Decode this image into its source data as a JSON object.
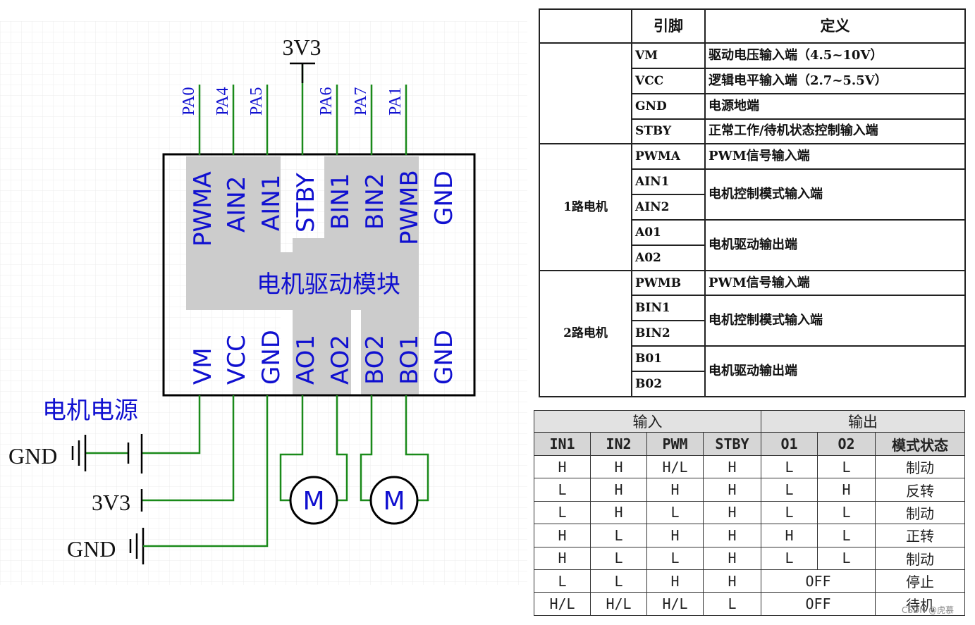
{
  "diagram": {
    "top_supply_label": "3V3",
    "mcu_pins": [
      "PA0",
      "PA4",
      "PA5",
      "PA6",
      "PA7",
      "PA1"
    ],
    "module_top_pins": [
      "PWMA",
      "AIN2",
      "AIN1",
      "STBY",
      "BIN1",
      "BIN2",
      "PWMB",
      "GND"
    ],
    "module_title": "电机驱动模块",
    "module_bottom_pins": [
      "VM",
      "VCC",
      "GND",
      "AO1",
      "AO2",
      "BO2",
      "BO1",
      "GND"
    ],
    "motor_power_label": "电机电源",
    "left_gnd_1": "GND",
    "left_3v3": "3V3",
    "left_gnd_2": "GND",
    "motor_a_label": "M",
    "motor_b_label": "M",
    "colors": {
      "wire": "#1a8a1a",
      "pin_text": "#1010d0",
      "shade": "#cccccc",
      "outline": "#000000"
    }
  },
  "pin_table": {
    "headers": [
      "",
      "引脚",
      "定义"
    ],
    "groups": [
      {
        "name": "",
        "rows": [
          {
            "pins": [
              "VM"
            ],
            "def": "驱动电压输入端（4.5~10V）"
          },
          {
            "pins": [
              "VCC"
            ],
            "def": "逻辑电平输入端（2.7~5.5V）"
          },
          {
            "pins": [
              "GND"
            ],
            "def": "电源地端"
          },
          {
            "pins": [
              "STBY"
            ],
            "def": "正常工作/待机状态控制输入端"
          }
        ]
      },
      {
        "name": "1路电机",
        "rows": [
          {
            "pins": [
              "PWMA"
            ],
            "def": "PWM信号输入端"
          },
          {
            "pins": [
              "AIN1",
              "AIN2"
            ],
            "def": "电机控制模式输入端"
          },
          {
            "pins": [
              "A01",
              "A02"
            ],
            "def": "电机驱动输出端"
          }
        ]
      },
      {
        "name": "2路电机",
        "rows": [
          {
            "pins": [
              "PWMB"
            ],
            "def": "PWM信号输入端"
          },
          {
            "pins": [
              "BIN1",
              "BIN2"
            ],
            "def": "电机控制模式输入端"
          },
          {
            "pins": [
              "B01",
              "B02"
            ],
            "def": "电机驱动输出端"
          }
        ]
      }
    ]
  },
  "truth_table": {
    "input_label": "输入",
    "output_label": "输出",
    "headers": [
      "IN1",
      "IN2",
      "PWM",
      "STBY",
      "O1",
      "O2",
      "模式状态"
    ],
    "rows": [
      [
        "H",
        "H",
        "H/L",
        "H",
        "L",
        "L",
        "制动"
      ],
      [
        "L",
        "H",
        "H",
        "H",
        "L",
        "H",
        "反转"
      ],
      [
        "L",
        "H",
        "L",
        "H",
        "L",
        "L",
        "制动"
      ],
      [
        "H",
        "L",
        "H",
        "H",
        "H",
        "L",
        "正转"
      ],
      [
        "H",
        "L",
        "L",
        "H",
        "L",
        "L",
        "制动"
      ],
      [
        "L",
        "L",
        "H",
        "H",
        "OFF",
        "",
        "停止"
      ],
      [
        "H/L",
        "H/L",
        "H/L",
        "L",
        "OFF",
        "",
        "待机"
      ]
    ]
  },
  "watermark": "CSDN @虎慕"
}
